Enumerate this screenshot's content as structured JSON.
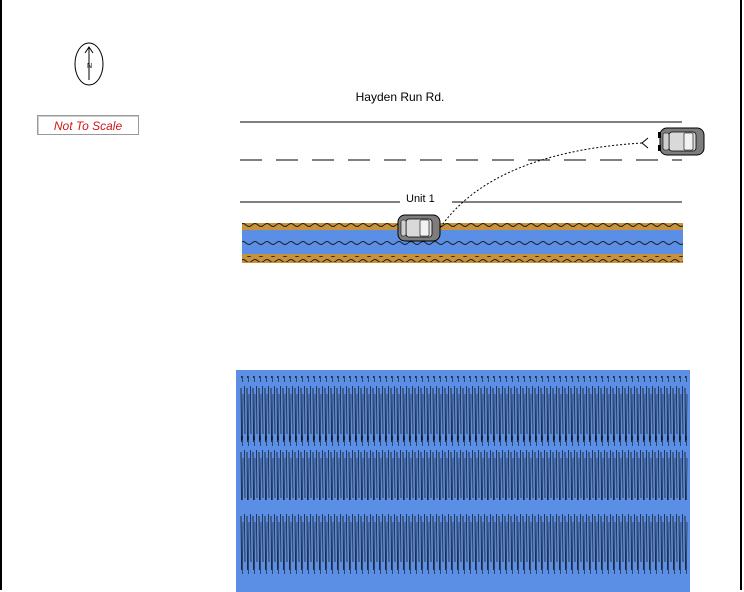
{
  "north_arrow": {
    "letter": "N"
  },
  "scale_note": "Not To Scale",
  "road": {
    "name": "Hayden Run Rd."
  },
  "vehicle": {
    "label": "Unit 1"
  },
  "colors": {
    "creek_bank": "#c7923a",
    "creek_water": "#5b8fe6",
    "pond_water": "#5b8fe6",
    "scale_text": "#d01818"
  },
  "icons": [
    "north-arrow-icon",
    "car-icon",
    "car-icon",
    "pond-area"
  ]
}
